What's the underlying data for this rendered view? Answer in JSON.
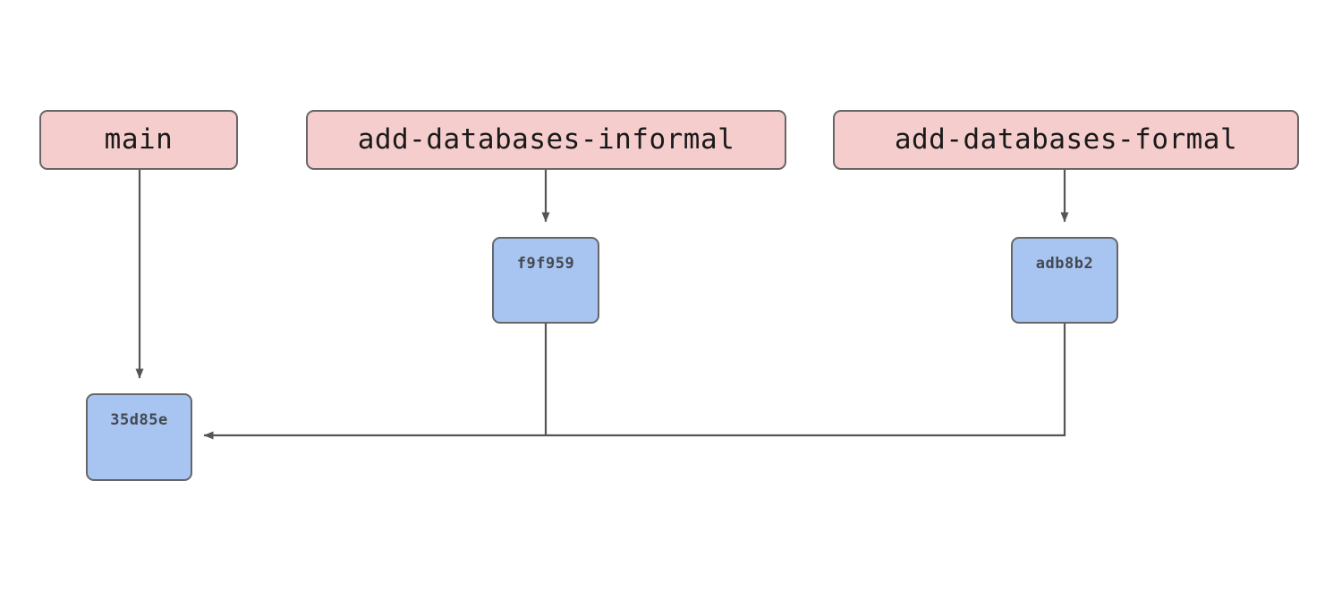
{
  "diagram": {
    "type": "git-branch-graph",
    "background_color": "#ffffff",
    "branch_node_fill": "#f5cdcd",
    "commit_node_fill": "#a8c5f2",
    "node_stroke": "#666666",
    "edge_color": "#555555",
    "branches": [
      {
        "id": "main",
        "label": "main"
      },
      {
        "id": "add-databases-informal",
        "label": "add-databases-informal"
      },
      {
        "id": "add-databases-formal",
        "label": "add-databases-formal"
      }
    ],
    "commits": [
      {
        "id": "f9f959",
        "label": "f9f959"
      },
      {
        "id": "adb8b2",
        "label": "adb8b2"
      },
      {
        "id": "35d85e",
        "label": "35d85e"
      }
    ],
    "edges": [
      {
        "from": "main",
        "to": "35d85e",
        "arrow": true
      },
      {
        "from": "add-databases-informal",
        "to": "f9f959",
        "arrow": true
      },
      {
        "from": "add-databases-formal",
        "to": "adb8b2",
        "arrow": true
      },
      {
        "from": "f9f959",
        "to": "35d85e",
        "arrow": false
      },
      {
        "from": "adb8b2",
        "to": "35d85e",
        "arrow": true
      }
    ]
  }
}
